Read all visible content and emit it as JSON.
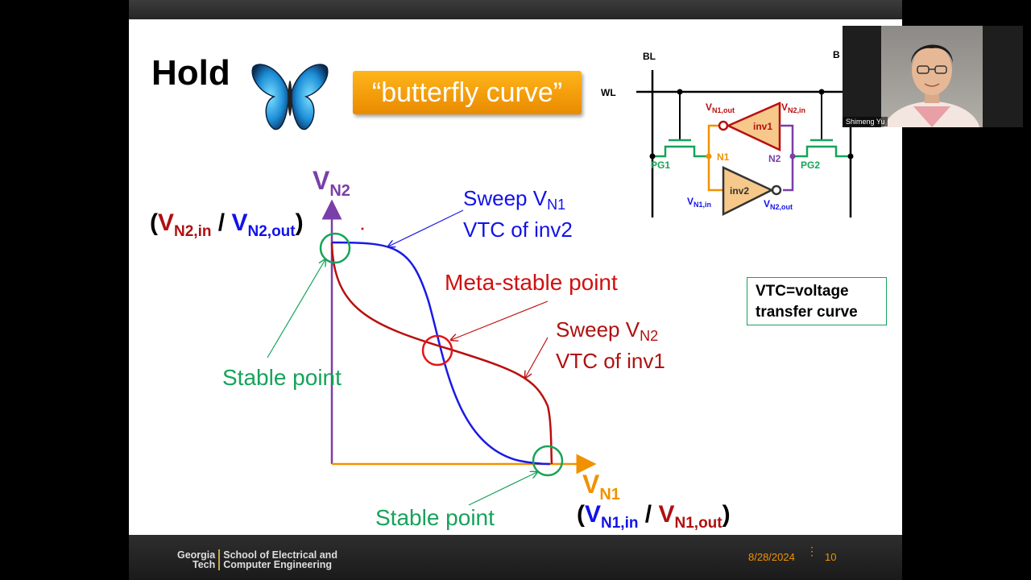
{
  "slide": {
    "title": "Hold",
    "badge": "“butterfly curve”",
    "axis_y": {
      "main": "V",
      "sub": "N2"
    },
    "axis_x": {
      "main": "V",
      "sub": "N1"
    },
    "pair_y": {
      "open": "(",
      "a_main": "V",
      "a_sub": "N2,in",
      "slash": " / ",
      "b_main": "V",
      "b_sub": "N2,out",
      "close": ")"
    },
    "pair_x": {
      "open": "(",
      "a_main": "V",
      "a_sub": "N1,in",
      "slash": " / ",
      "b_main": "V",
      "b_sub": "N1,out",
      "close": ")"
    },
    "sweep1": {
      "line1_main": "Sweep V",
      "line1_sub": "N1",
      "line2": "VTC of inv2"
    },
    "sweep2": {
      "line1_main": "Sweep V",
      "line1_sub": "N2",
      "line2": "VTC of inv1"
    },
    "metastable": "Meta-stable point",
    "stable_left": "Stable point",
    "stable_bottom": "Stable point",
    "vtc_note": "VTC=voltage transfer curve"
  },
  "circuit": {
    "bl": "BL",
    "blb": "B",
    "wl": "WL",
    "n1": "N1",
    "n2": "N2",
    "pg1": "PG1",
    "pg2": "PG2",
    "inv1": "inv1",
    "inv2": "inv2",
    "vn1out": {
      "main": "V",
      "sub": "N1,out"
    },
    "vn2in": {
      "main": "V",
      "sub": "N2,in"
    },
    "vn1in": {
      "main": "V",
      "sub": "N1,in"
    },
    "vn2out": {
      "main": "V",
      "sub": "N2,out"
    }
  },
  "webcam": {
    "name": "Shimeng Yu"
  },
  "footer": {
    "logo_line1": "Georgia",
    "logo_line2": "Tech",
    "school_line1": "School of Electrical and",
    "school_line2": "Computer Engineering",
    "date": "8/28/2024",
    "page": "10"
  },
  "colors": {
    "blue_curve": "#1a1ae6",
    "red_curve": "#b80f0f",
    "green": "#16a35a",
    "orange_axis": "#f29100",
    "purple_axis": "#7a3fa8",
    "badge": "#f2a000"
  },
  "icons": [
    "butterfly-icon",
    "webcam-feed",
    "georgia-tech-logo"
  ]
}
